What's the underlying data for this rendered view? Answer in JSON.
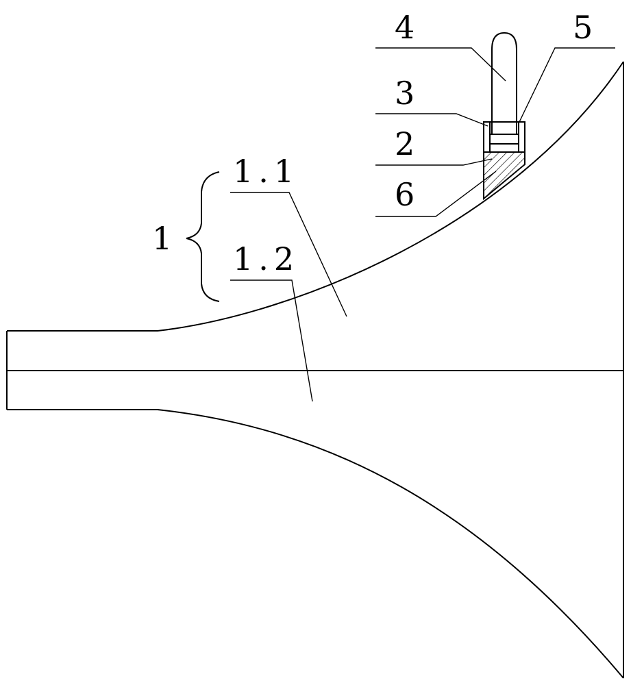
{
  "labels": {
    "part_1": "1",
    "part_1_1": "1.1",
    "part_1_2": "1.2",
    "part_2": "2",
    "part_3": "3",
    "part_4": "4",
    "part_5": "5",
    "part_6": "6"
  }
}
